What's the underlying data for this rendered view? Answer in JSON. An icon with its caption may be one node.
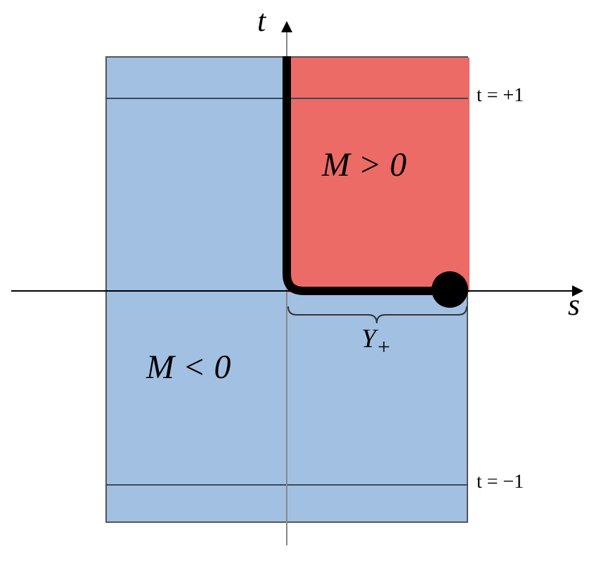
{
  "diagram": {
    "nodes": [
      {
        "text": [
          "M < 0"
        ]
      },
      {
        "text": [
          "M > 0"
        ],
        "in": 0
      }
    ],
    "edges": [],
    "labels": [
      "t",
      "t = +1",
      "s",
      "Y$_{+}$",
      "t = −1"
    ]
  }
}
